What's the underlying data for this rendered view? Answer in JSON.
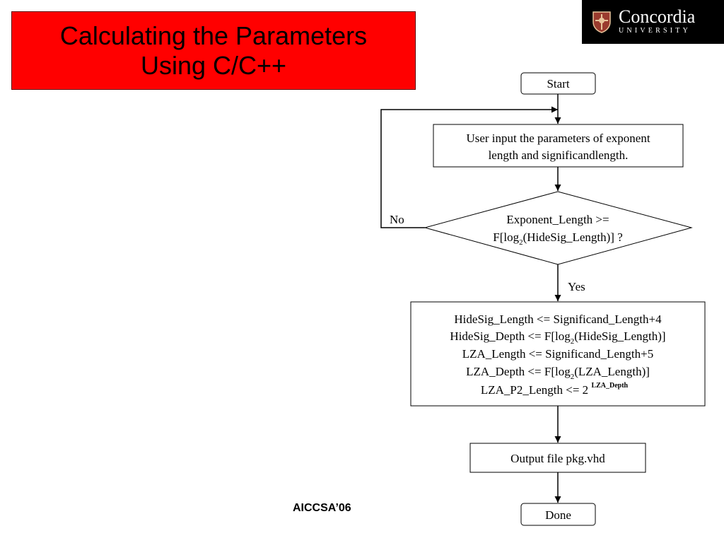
{
  "slide": {
    "title_line1": "Calculating the Parameters",
    "title_line2": "Using C/C++",
    "footer": "AICCSA’06",
    "title_bg": "#ff0000"
  },
  "logo": {
    "name": "Concordia",
    "sub": "UNIVERSITY",
    "bg": "#000000"
  },
  "flowchart": {
    "start": "Start",
    "input_line1": "User input the parameters of exponent",
    "input_line2": "length and significandlength.",
    "decision_line1": "Exponent_Length >=",
    "decision_line2_a": "F[log",
    "decision_line2_sub": "2",
    "decision_line2_b": "(HideSig_Length)] ?",
    "no_label": "No",
    "yes_label": "Yes",
    "calc1": "HideSig_Length <= Significand_Length+4",
    "calc2_a": "HideSig_Depth <= F[log",
    "calc2_sub": "2",
    "calc2_b": "(HideSig_Length)]",
    "calc3": "LZA_Length <= Significand_Length+5",
    "calc4_a": "LZA_Depth <= F[log",
    "calc4_sub": "2",
    "calc4_b": "(LZA_Length)]",
    "calc5_a": "LZA_P2_Length <= 2 ",
    "calc5_sup": "LZA_Depth",
    "output": "Output file pkg.vhd",
    "done": "Done"
  }
}
